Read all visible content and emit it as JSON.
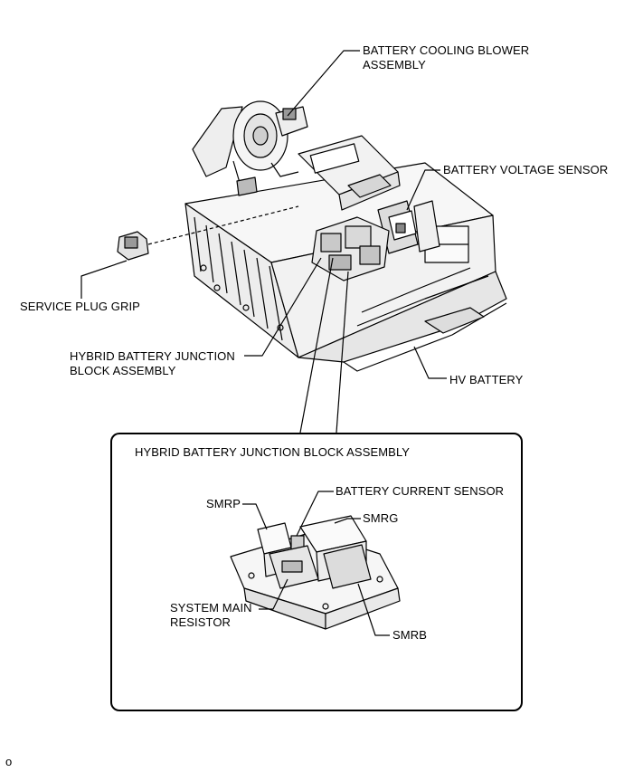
{
  "labels": {
    "blower_line1": "BATTERY COOLING BLOWER",
    "blower_line2": "ASSEMBLY",
    "voltage_sensor": "BATTERY VOLTAGE SENSOR",
    "service_plug": "SERVICE PLUG GRIP",
    "junction_line1": "HYBRID BATTERY JUNCTION",
    "junction_line2": "BLOCK  ASSEMBLY",
    "hv_battery": "HV BATTERY"
  },
  "detail": {
    "title": "HYBRID BATTERY JUNCTION BLOCK  ASSEMBLY",
    "smrp": "SMRP",
    "current_sensor": "BATTERY CURRENT SENSOR",
    "smrg": "SMRG",
    "resistor_line1": "SYSTEM MAIN",
    "resistor_line2": "RESISTOR",
    "smrb": "SMRB"
  },
  "footer": "o"
}
